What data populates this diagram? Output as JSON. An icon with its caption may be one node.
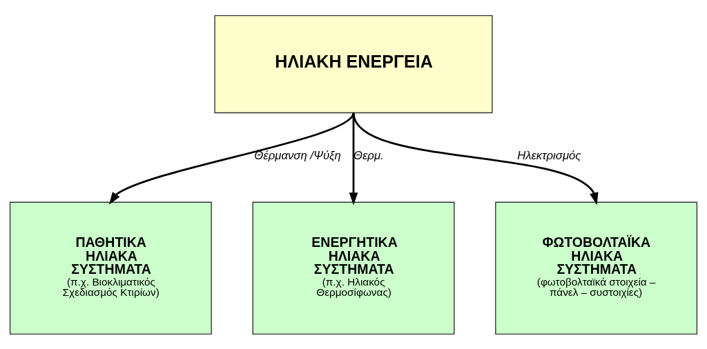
{
  "diagram": {
    "nodes": [
      {
        "text": [
          "ΗΛΙΑΚΗ ΕΝΕΡΓΕΙΑ"
        ]
      },
      {
        "text": [
          "ΠΑΘΗΤΙΚΑ ΗΛΙΑΚΑ ΣΥΣΤΗΜΑΤΑ",
          "(π.χ. Βιοκλιματικός Σχεδιασμός Κτιρίων)"
        ]
      },
      {
        "text": [
          "ΕΝΕΡΓΗΤΙΚΑ ΗΛΙΑΚΑ ΣΥΣΤΗΜΑΤΑ",
          "(π.χ. Ηλιακός Θερμοσίφωνας)"
        ]
      },
      {
        "text": [
          "ΦΩΤΟΒΟΛΤΑΪΚΑ ΗΛΙΑΚΑ ΣΥΣΤΗΜΑΤΑ",
          "(φωτοβολταϊκά στοιχεία – πάνελ – συστοιχίες)"
        ]
      }
    ],
    "edges": [
      {
        "from": 0,
        "to": 1,
        "arrow": "to",
        "label": "Θέρμανση /Ψύξη"
      },
      {
        "from": 0,
        "to": 2,
        "arrow": "to",
        "label": "Θερμ."
      },
      {
        "from": 0,
        "to": 3,
        "arrow": "to",
        "label": "Ηλεκτρισμός"
      }
    ]
  }
}
